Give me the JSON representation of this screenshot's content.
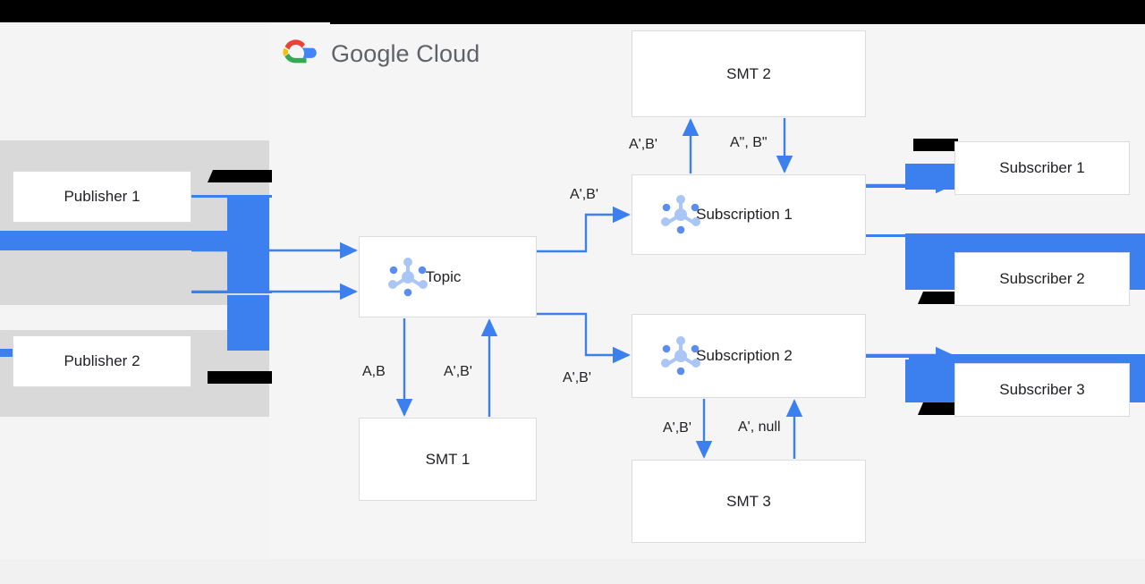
{
  "brand": {
    "logo_icon": "google-cloud-logo-icon",
    "name": "Google Cloud",
    "accent_blue": "#3c7fef",
    "logo_colors": {
      "red": "#ea4335",
      "yellow": "#fbbc04",
      "green": "#34a853",
      "blue": "#4285f4"
    },
    "text_color": "#5f6368"
  },
  "diagram": {
    "type": "flow-diagram",
    "nodes": [
      {
        "id": "publisher-1",
        "label": "Publisher 1",
        "icon": null
      },
      {
        "id": "publisher-2",
        "label": "Publisher 2",
        "icon": null
      },
      {
        "id": "topic",
        "label": "Topic",
        "icon": "pubsub-topic-icon"
      },
      {
        "id": "smt-1",
        "label": "SMT 1",
        "icon": null
      },
      {
        "id": "smt-2",
        "label": "SMT 2",
        "icon": null
      },
      {
        "id": "smt-3",
        "label": "SMT 3",
        "icon": null
      },
      {
        "id": "subscription-1",
        "label": "Subscription 1",
        "icon": "pubsub-subscription-icon"
      },
      {
        "id": "subscription-2",
        "label": "Subscription 2",
        "icon": "pubsub-subscription-icon"
      },
      {
        "id": "subscriber-1",
        "label": "Subscriber 1",
        "icon": null
      },
      {
        "id": "subscriber-2",
        "label": "Subscriber 2",
        "icon": null
      },
      {
        "id": "subscriber-3",
        "label": "Subscriber 3",
        "icon": null
      }
    ],
    "edges": [
      {
        "from": "publisher-1",
        "to": "topic",
        "label": ""
      },
      {
        "from": "publisher-2",
        "to": "topic",
        "label": ""
      },
      {
        "from": "topic",
        "to": "smt-1",
        "label": "A,B"
      },
      {
        "from": "smt-1",
        "to": "topic",
        "label": "A',B'"
      },
      {
        "from": "topic",
        "to": "subscription-1",
        "label": "A',B'"
      },
      {
        "from": "topic",
        "to": "subscription-2",
        "label": "A',B'"
      },
      {
        "from": "subscription-1",
        "to": "smt-2",
        "label": "A',B'"
      },
      {
        "from": "smt-2",
        "to": "subscription-1",
        "label": "A\", B\""
      },
      {
        "from": "subscription-2",
        "to": "smt-3",
        "label": "A',B'"
      },
      {
        "from": "smt-3",
        "to": "subscription-2",
        "label": "A', null"
      },
      {
        "from": "subscription-1",
        "to": "subscriber-1",
        "label": ""
      },
      {
        "from": "subscription-1",
        "to": "subscriber-2",
        "label": ""
      },
      {
        "from": "subscription-2",
        "to": "subscriber-3",
        "label": ""
      }
    ],
    "labels": {
      "topic_to_sub1": "A',B'",
      "sub1_to_smt2": "A',B'",
      "smt2_to_sub1": "A\", B\"",
      "topic_to_smt1": "A,B",
      "smt1_to_topic": "A',B'",
      "topic_to_sub2": "A',B'",
      "sub2_to_smt3": "A',B'",
      "smt3_to_sub2": "A', null"
    }
  }
}
